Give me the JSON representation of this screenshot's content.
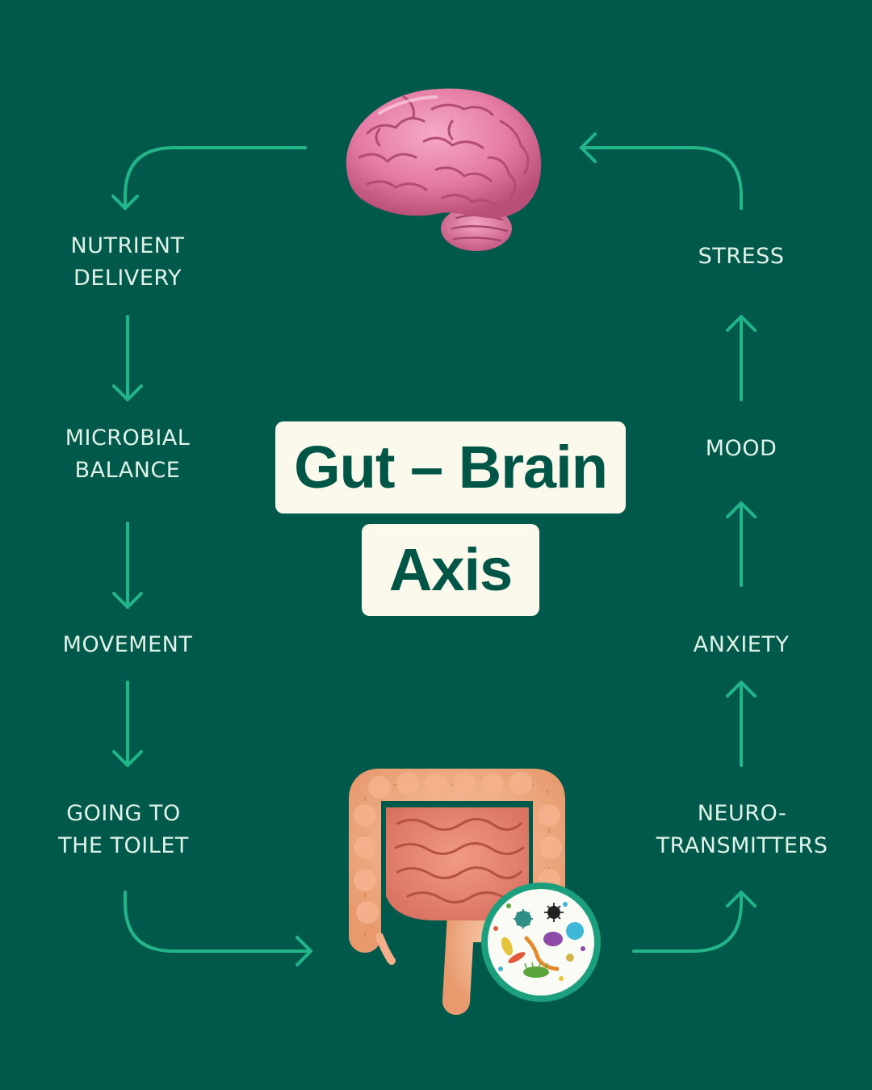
{
  "title": {
    "line1": "Gut – Brain",
    "line2": "Axis"
  },
  "left_column": [
    {
      "line1": "NUTRIENT",
      "line2": "DELIVERY"
    },
    {
      "line1": "MICROBIAL",
      "line2": "BALANCE"
    },
    {
      "line1": "MOVEMENT"
    },
    {
      "line1": "GOING TO",
      "line2": "THE TOILET"
    }
  ],
  "right_column": [
    {
      "line1": "STRESS"
    },
    {
      "line1": "MOOD"
    },
    {
      "line1": "ANXIETY"
    },
    {
      "line1": "NEURO-",
      "line2": "TRANSMITTERS"
    }
  ],
  "icons": {
    "top": "brain-icon",
    "bottom": "intestines-icon",
    "badge": "microbes-icon"
  },
  "colors": {
    "background": "#00594a",
    "arrow": "#22b58a",
    "label": "#dff3e8",
    "title_box": "#fbf9ec",
    "title_text": "#005646"
  }
}
